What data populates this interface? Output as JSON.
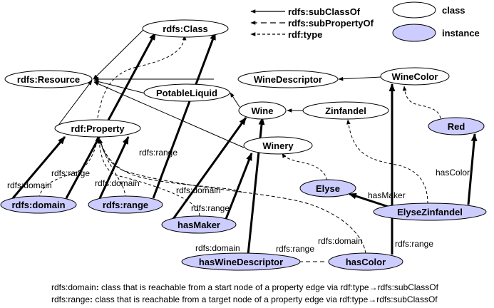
{
  "colors": {
    "class_fill": "#ffffff",
    "instance_fill": "#ccccff",
    "stroke": "#000000"
  },
  "legend": {
    "subclass_label": "rdfs:subClassOf",
    "subproperty_label": "rdfs:subPropertyOf",
    "type_label": "rdf:type",
    "class_label": "class",
    "instance_label": "instance"
  },
  "nodes": {
    "rdfs_class": {
      "label": "rdfs:Class",
      "kind": "class"
    },
    "rdfs_resource": {
      "label": "rdfs:Resource",
      "kind": "class"
    },
    "rdf_property": {
      "label": "rdf:Property",
      "kind": "class"
    },
    "potable_liquid": {
      "label": "PotableLiquid",
      "kind": "class"
    },
    "wine_descriptor": {
      "label": "WineDescriptor",
      "kind": "class"
    },
    "wine_color": {
      "label": "WineColor",
      "kind": "class"
    },
    "wine": {
      "label": "Wine",
      "kind": "class"
    },
    "zinfandel": {
      "label": "Zinfandel",
      "kind": "class"
    },
    "winery": {
      "label": "Winery",
      "kind": "class"
    },
    "red": {
      "label": "Red",
      "kind": "instance"
    },
    "elyse": {
      "label": "Elyse",
      "kind": "instance"
    },
    "elyse_zinfandel": {
      "label": "ElyseZinfandel",
      "kind": "instance"
    },
    "rdfs_domain": {
      "label": "rdfs:domain",
      "kind": "instance"
    },
    "rdfs_range": {
      "label": "rdfs:range",
      "kind": "instance"
    },
    "has_maker": {
      "label": "hasMaker",
      "kind": "instance"
    },
    "has_wine_descriptor": {
      "label": "hasWineDescriptor",
      "kind": "instance"
    },
    "has_color": {
      "label": "hasColor",
      "kind": "instance"
    }
  },
  "edge_labels": {
    "domain_dom": "rdfs:domain",
    "domain_rng": "rdfs:range",
    "range_dom": "rdfs:domain",
    "range_rng": "rdfs:range",
    "maker_dom": "rdfs:domain",
    "maker_rng": "rdfs:range",
    "hwd_dom": "rdfs:domain",
    "hwd_rng": "rdfs:range",
    "color_dom": "rdfs:domain",
    "color_rng": "rdfs:range",
    "has_maker": "hasMaker",
    "has_color": "hasColor"
  },
  "footer": {
    "line1_term": "rdfs:domain",
    "line1_text": " class that is reachable from a start node of a property edge via rdf:type→rdfs:subClassOf",
    "line2_term": "rdfs:range",
    "line2_text": " class that is reachable from a target node of a property edge via rdf:type→rdfs:subClassOf",
    "separator": ":"
  }
}
